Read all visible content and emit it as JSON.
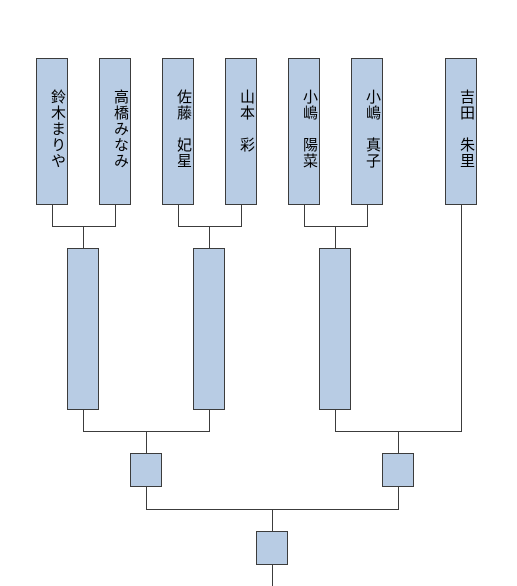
{
  "players": [
    {
      "name": "鈴木まりや"
    },
    {
      "name": "高橋みなみ"
    },
    {
      "name": "佐藤　妃星"
    },
    {
      "name": "山本　彩"
    },
    {
      "name": "小嶋　陽菜"
    },
    {
      "name": "小嶋　真子"
    },
    {
      "name": "吉田　朱里"
    }
  ],
  "colors": {
    "box_fill": "#b8cce4",
    "line": "#3c3c3c"
  }
}
